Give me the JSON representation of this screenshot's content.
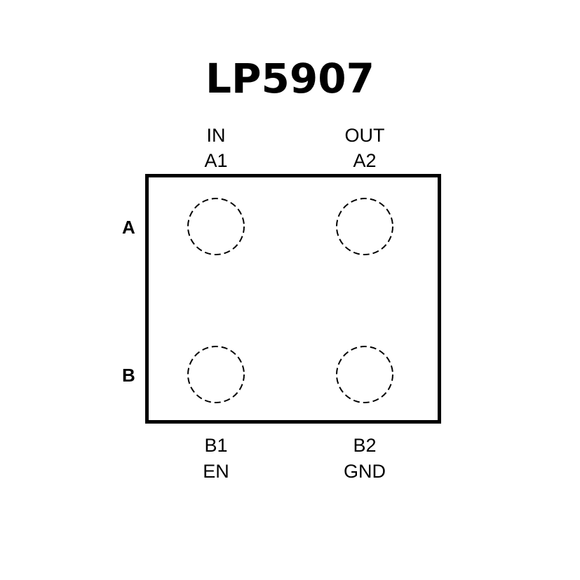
{
  "title": "LP5907",
  "rows": [
    "A",
    "B"
  ],
  "pins": [
    {
      "name": "IN",
      "id": "A1"
    },
    {
      "name": "OUT",
      "id": "A2"
    },
    {
      "name": "EN",
      "id": "B1"
    },
    {
      "name": "GND",
      "id": "B2"
    }
  ]
}
